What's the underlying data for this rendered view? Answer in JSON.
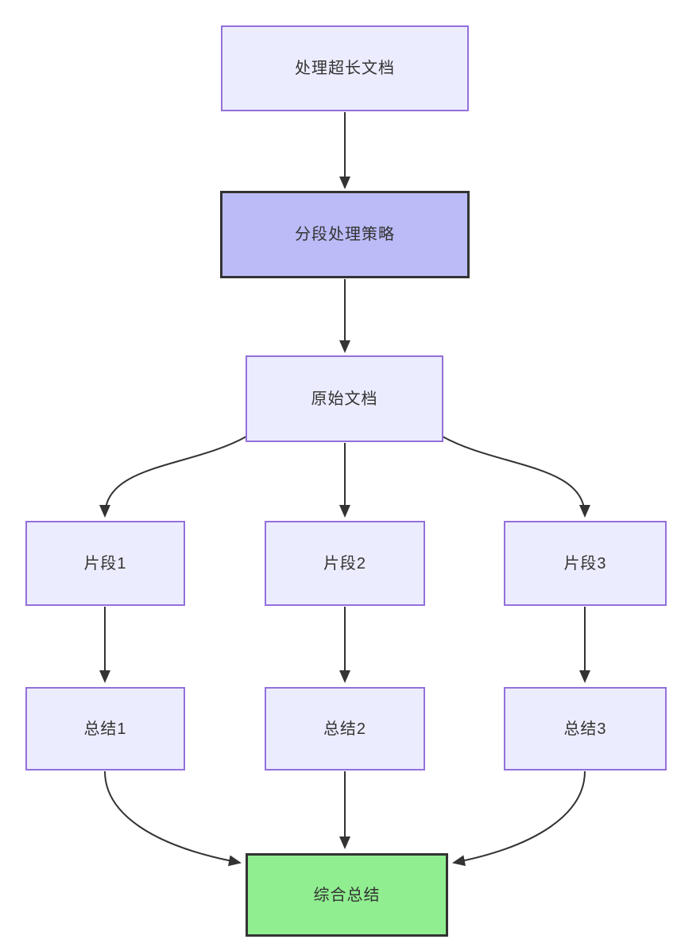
{
  "diagram": {
    "type": "flowchart",
    "direction": "top-down",
    "nodes": [
      {
        "id": "A",
        "label": "处理超长文档",
        "style": "default"
      },
      {
        "id": "B",
        "label": "分段处理策略",
        "style": "emphasis"
      },
      {
        "id": "C",
        "label": "原始文档",
        "style": "default"
      },
      {
        "id": "D1",
        "label": "片段1",
        "style": "default"
      },
      {
        "id": "D2",
        "label": "片段2",
        "style": "default"
      },
      {
        "id": "D3",
        "label": "片段3",
        "style": "default"
      },
      {
        "id": "S1",
        "label": "总结1",
        "style": "default"
      },
      {
        "id": "S2",
        "label": "总结2",
        "style": "default"
      },
      {
        "id": "S3",
        "label": "总结3",
        "style": "default"
      },
      {
        "id": "G",
        "label": "综合总结",
        "style": "success"
      }
    ],
    "edges": [
      {
        "from": "A",
        "to": "B"
      },
      {
        "from": "B",
        "to": "C"
      },
      {
        "from": "C",
        "to": "D1"
      },
      {
        "from": "C",
        "to": "D2"
      },
      {
        "from": "C",
        "to": "D3"
      },
      {
        "from": "D1",
        "to": "S1"
      },
      {
        "from": "D2",
        "to": "S2"
      },
      {
        "from": "D3",
        "to": "S3"
      },
      {
        "from": "S1",
        "to": "G"
      },
      {
        "from": "S2",
        "to": "G"
      },
      {
        "from": "S3",
        "to": "G"
      }
    ],
    "colors": {
      "background": "#FFFFFF",
      "node_fill": "#ECECFF",
      "node_border": "#9370DB",
      "emphasis_fill": "#BBBBF8",
      "success_fill": "#90EE90",
      "dark_border": "#333333",
      "edge": "#333333",
      "text": "#333333"
    }
  }
}
